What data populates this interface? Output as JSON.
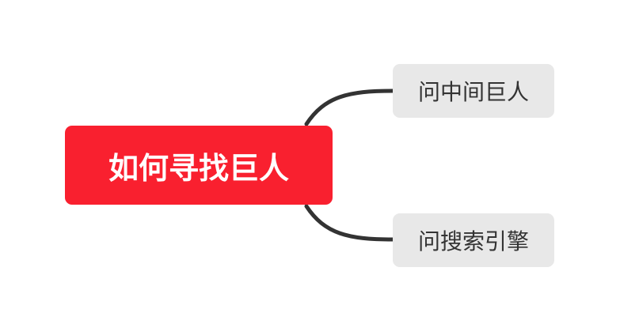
{
  "mindmap": {
    "root": {
      "label": "如何寻找巨人",
      "color": "#f9202f",
      "text_color": "#ffffff"
    },
    "branches": [
      {
        "label": "问中间巨人"
      },
      {
        "label": "问搜索引擎"
      }
    ],
    "branch_style": {
      "background": "#e8e8e8",
      "text_color": "#333333",
      "connector_color": "#333333"
    }
  }
}
